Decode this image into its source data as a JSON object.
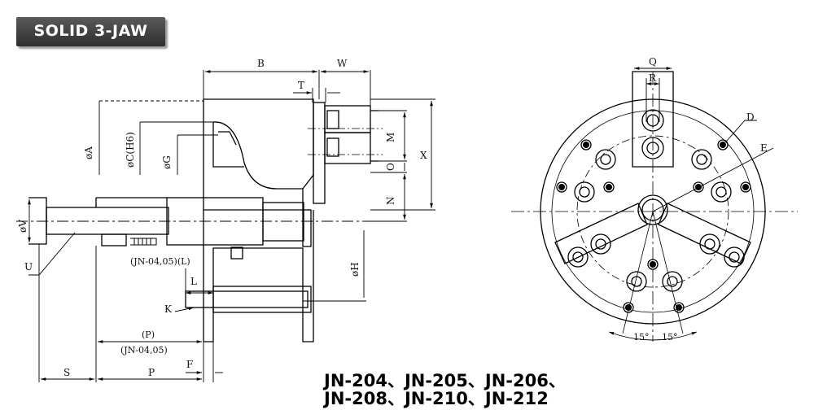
{
  "badge": {
    "text": "SOLID 3-JAW"
  },
  "side_view": {
    "labels": {
      "B": "B",
      "W": "W",
      "T": "T",
      "X": "X",
      "M": "M",
      "O": "O",
      "N": "N",
      "A": "øA",
      "C": "øC(H6)",
      "G": "øG",
      "V": "øV",
      "H": "øH",
      "U": "U",
      "K": "K",
      "L": "L",
      "L_note": "(JN-04,05)(L)",
      "P_paren": "(P)",
      "P_note": "(JN-04,05)",
      "S": "S",
      "P": "P",
      "F": "F"
    }
  },
  "front_view": {
    "labels": {
      "Q": "Q",
      "R": "R",
      "D": "D",
      "E": "E",
      "angle_left": "15°",
      "angle_right": "15°"
    }
  },
  "models": {
    "line1": "JN-204、JN-205、JN-206、",
    "line2": "JN-208、JN-210、JN-212"
  }
}
